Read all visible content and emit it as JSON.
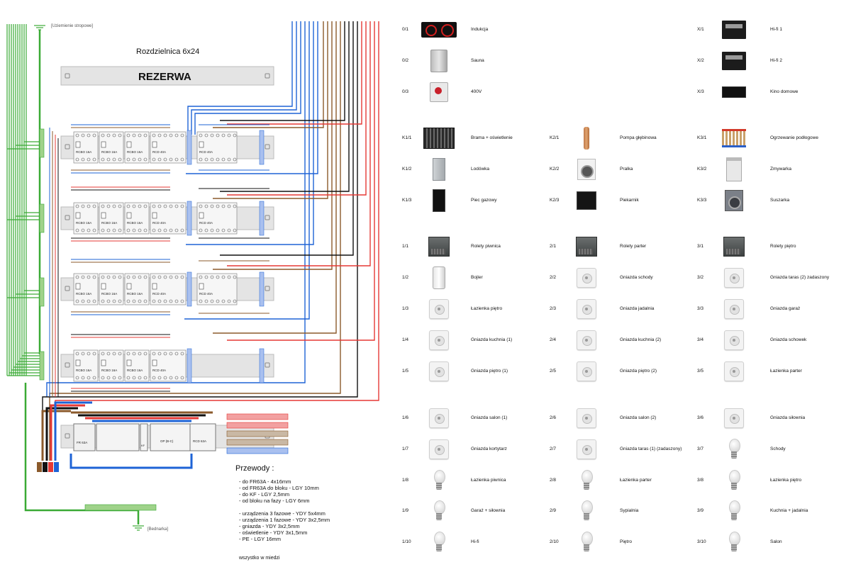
{
  "labels": {
    "ground_top": "[Uziemienie stropowe]",
    "ground_bottom": "[Bednarka]",
    "panel_title": "Rozdzielnica 6x24",
    "reserve": "REZERWA"
  },
  "wires": {
    "title": "Przewody :",
    "group1": [
      "- do FR63A - 4x16mm",
      "- od FR63A do bloku - LGY 10mm",
      "- do KF - LGY 2,5mm",
      "- od bloku na fazy - LGY 6mm"
    ],
    "group2": [
      "- urządzenia 3 fazowe - YDY 5x4mm",
      "- urządzenia 1 fazowe - YDY 3x2,5mm",
      "- gniazda - YDY 3x2,5mm",
      "- oświetlenie - YDY 3x1,5mm",
      "- PE - LGY 16mm"
    ],
    "footer": "wszystko w miedzi"
  },
  "rails": {
    "row1": {
      "m1": "RCBO 16A",
      "m2": "RCBO 16A",
      "m3": "RCBO 16A",
      "m4": "RCD 40A",
      "m5": "RCD 40A"
    },
    "row2": {
      "m1": "RCBO 16A",
      "m2": "RCBO 16A",
      "m3": "RCBO 16A",
      "m4": "RCD 40A",
      "m5": "RCD 40A"
    },
    "row3": {
      "m1": "RCBO 16A",
      "m2": "RCBO 16A",
      "m3": "RCBO 16A",
      "m4": "RCD 40A",
      "m5": "RCD 40A"
    },
    "row4": {
      "m1": "RCBO 16A",
      "m2": "RCBO 16A",
      "m3": "RCBO 16A",
      "m4": "RCD 40A"
    },
    "row5": {
      "m1": "FR 63A",
      "m2": "OP (B-C)",
      "m3": "RCD 63A",
      "m4": "KF"
    }
  },
  "icon_colors": {
    "live": "#e53935",
    "neutral": "#1e63d6",
    "pe": "#3aaa35",
    "brown": "#8b5a2b",
    "black": "#111111",
    "grey": "#8a8a8a"
  },
  "legend": [
    {
      "code": "0/1",
      "name": "Indukcja",
      "icon": "induction-icon"
    },
    {
      "code": "0/2",
      "name": "Sauna",
      "icon": "sauna-heater-icon"
    },
    {
      "code": "0/3",
      "name": "400V",
      "icon": "outlet-400v-icon"
    },
    {
      "code": "X/1",
      "name": "Hi-fi 1",
      "icon": "hifi-amplifier-icon"
    },
    {
      "code": "X/2",
      "name": "Hi-fi 2",
      "icon": "hifi-amplifier-icon"
    },
    {
      "code": "X/3",
      "name": "Kino domowe",
      "icon": "home-cinema-receiver-icon"
    },
    {
      "code": "K1/1",
      "name": "Brama + oświetlenie",
      "icon": "gate-icon"
    },
    {
      "code": "K1/2",
      "name": "Lodówka",
      "icon": "fridge-icon"
    },
    {
      "code": "K1/3",
      "name": "Piec gazowy",
      "icon": "gas-boiler-icon"
    },
    {
      "code": "K2/1",
      "name": "Pompa głębinowa",
      "icon": "well-pump-icon"
    },
    {
      "code": "K2/2",
      "name": "Pralka",
      "icon": "washing-machine-icon"
    },
    {
      "code": "K2/3",
      "name": "Piekarnik",
      "icon": "oven-icon"
    },
    {
      "code": "K3/1",
      "name": "Ogrzewanie podłogowe",
      "icon": "floor-heating-manifold-icon"
    },
    {
      "code": "K3/2",
      "name": "Zmywarka",
      "icon": "dishwasher-icon"
    },
    {
      "code": "K3/3",
      "name": "Suszarka",
      "icon": "dryer-icon"
    },
    {
      "code": "1/1",
      "name": "Rolety piwnica",
      "icon": "shutter-icon"
    },
    {
      "code": "1/2",
      "name": "Bojler",
      "icon": "water-heater-icon"
    },
    {
      "code": "1/3",
      "name": "Łazienka piętro",
      "icon": "socket-icon"
    },
    {
      "code": "1/4",
      "name": "Gniazda kuchnia (1)",
      "icon": "socket-icon"
    },
    {
      "code": "1/5",
      "name": "Gniazda piętro (1)",
      "icon": "socket-icon"
    },
    {
      "code": "1/6",
      "name": "Gniazda salon (1)",
      "icon": "socket-icon"
    },
    {
      "code": "1/7",
      "name": "Gniazda kortytarz",
      "icon": "socket-icon"
    },
    {
      "code": "1/8",
      "name": "Łazienka piwnica",
      "icon": "bulb-icon"
    },
    {
      "code": "1/9",
      "name": "Garaż + siłownia",
      "icon": "bulb-icon"
    },
    {
      "code": "1/10",
      "name": "Hi-fi",
      "icon": "bulb-icon"
    },
    {
      "code": "2/1",
      "name": "Rolety parter",
      "icon": "shutter-icon"
    },
    {
      "code": "2/2",
      "name": "Gniazda schody",
      "icon": "socket-icon"
    },
    {
      "code": "2/3",
      "name": "Gniazda jadalnia",
      "icon": "socket-icon"
    },
    {
      "code": "2/4",
      "name": "Gniazda kuchnia (2)",
      "icon": "socket-icon"
    },
    {
      "code": "2/5",
      "name": "Gniazda piętro (2)",
      "icon": "socket-icon"
    },
    {
      "code": "2/6",
      "name": "Gniazda salon (2)",
      "icon": "socket-icon"
    },
    {
      "code": "2/7",
      "name": "Gniazda taras (1) (zadaszony)",
      "icon": "socket-icon"
    },
    {
      "code": "2/8",
      "name": "Łazienka parter",
      "icon": "bulb-icon"
    },
    {
      "code": "2/9",
      "name": "Sypialnia",
      "icon": "bulb-icon"
    },
    {
      "code": "2/10",
      "name": "Piętro",
      "icon": "bulb-icon"
    },
    {
      "code": "3/1",
      "name": "Rolety piętro",
      "icon": "shutter-icon"
    },
    {
      "code": "3/2",
      "name": "Gniazda taras (2) zadaszony",
      "icon": "socket-icon"
    },
    {
      "code": "3/3",
      "name": "Gniazda garaż",
      "icon": "socket-icon"
    },
    {
      "code": "3/4",
      "name": "Gniazda schowek",
      "icon": "socket-icon"
    },
    {
      "code": "3/5",
      "name": "Łazienka parter",
      "icon": "socket-icon"
    },
    {
      "code": "3/6",
      "name": "Gniazda siłownia",
      "icon": "socket-icon"
    },
    {
      "code": "3/7",
      "name": "Schody",
      "icon": "bulb-icon"
    },
    {
      "code": "3/8",
      "name": "Łazienka piętro",
      "icon": "bulb-icon"
    },
    {
      "code": "3/9",
      "name": "Kuchnia + jadalnia",
      "icon": "bulb-icon"
    },
    {
      "code": "3/10",
      "name": "Salon",
      "icon": "bulb-icon"
    }
  ]
}
